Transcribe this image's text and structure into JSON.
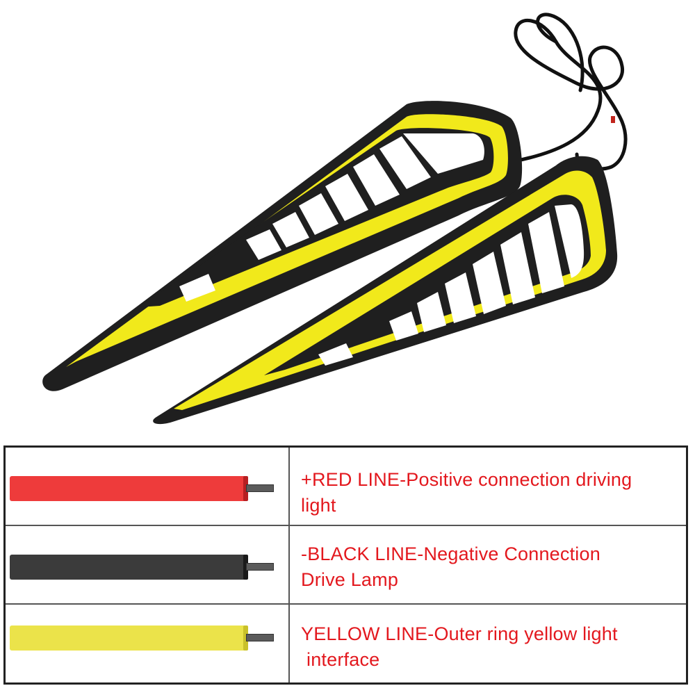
{
  "image": {
    "description_icon": "led-drl-lamp-pair",
    "colors": {
      "background": "#ffffff",
      "housing": "#1e1e1e",
      "ring": "#f2ea1a",
      "led": "#ffffff",
      "cable": "#111111"
    }
  },
  "table": {
    "rows": [
      {
        "wire_color": "#ee3b3b",
        "wire_end_color": "#b71f22",
        "line1": "+RED LINE-Positive connection driving",
        "line2": "light"
      },
      {
        "wire_color": "#3b3b3b",
        "wire_end_color": "#1a1a1a",
        "line1": "-BLACK LINE-Negative Connection",
        "line2": "Drive Lamp"
      },
      {
        "wire_color": "#ebe34a",
        "wire_end_color": "#c9c12a",
        "line1": "YELLOW LINE-Outer ring yellow light",
        "line2": " interface"
      }
    ],
    "text_color": "#e3181e"
  }
}
